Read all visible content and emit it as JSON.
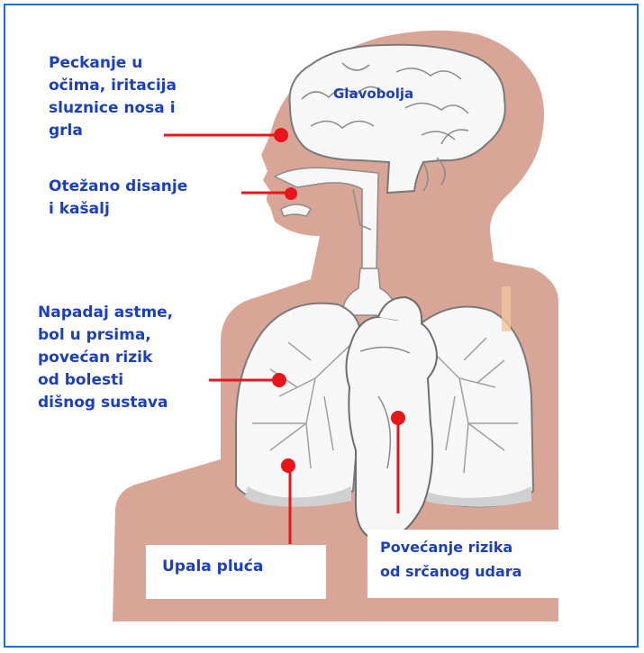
{
  "labels": {
    "eyes": "Peckanje u\nočima, iritacija\nsluznice nosa i\ngrla",
    "brain": "Glavobolja",
    "breathing": "Otežano  disanje\ni kašalj",
    "lungs_left": "Napadaj astme,\nbol u prsima,\npovećan rizik\nod bolesti\ndišnog sustava",
    "pneumonia": "Upala pluća",
    "heart": "Povećanje    rizika\nod srčanog udara"
  },
  "colors": {
    "skin": "#d9a596",
    "organ_fill": "#f7f7f7",
    "organ_stroke": "#8c8c8c",
    "pointer": "#e8161b",
    "text": "#1b3fbf",
    "frame": "#1f6fd1"
  }
}
